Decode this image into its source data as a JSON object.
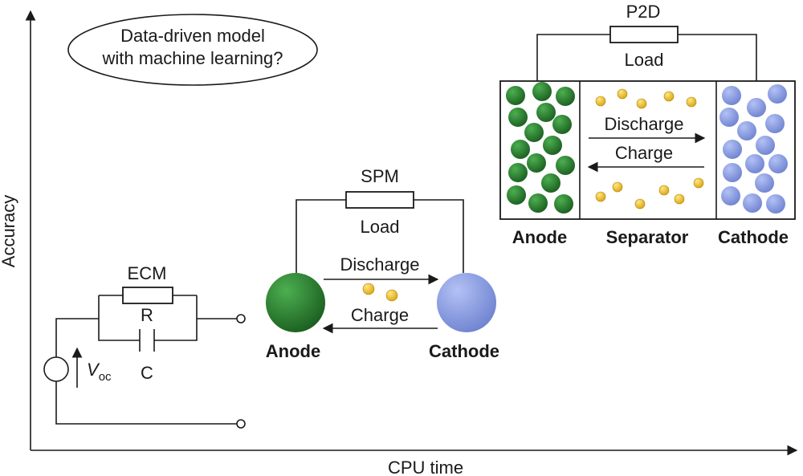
{
  "axes": {
    "x_label": "CPU time",
    "y_label": "Accuracy"
  },
  "callout": {
    "line1": "Data-driven model",
    "line2": "with machine learning?"
  },
  "ecm": {
    "title": "ECM",
    "resistor_label": "R",
    "capacitor_label": "C",
    "voltage_symbol": "V",
    "voltage_subscript": "oc"
  },
  "spm": {
    "title": "SPM",
    "load_label": "Load",
    "discharge_label": "Discharge",
    "charge_label": "Charge",
    "anode_label": "Anode",
    "cathode_label": "Cathode"
  },
  "p2d": {
    "title": "P2D",
    "load_label": "Load",
    "discharge_label": "Discharge",
    "charge_label": "Charge",
    "anode_label": "Anode",
    "separator_label": "Separator",
    "cathode_label": "Cathode"
  },
  "colors": {
    "anode": "#2e7d32",
    "cathode": "#8c9ee0",
    "ion": "#f1c232"
  }
}
